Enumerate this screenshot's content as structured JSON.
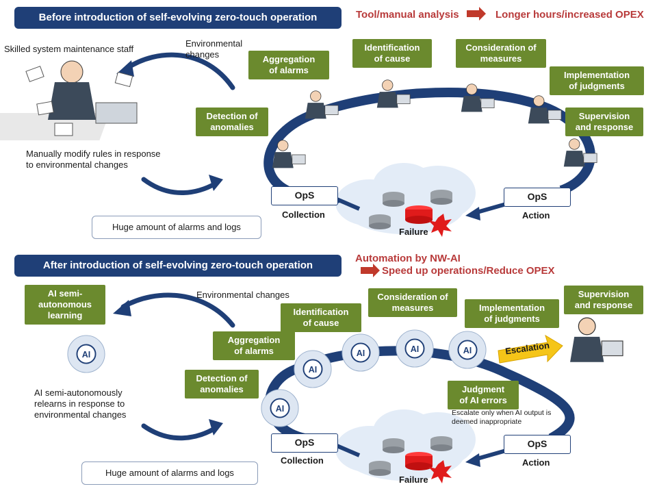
{
  "top": {
    "header": "Before introduction of self-evolving zero-touch operation",
    "tool_text": "Tool/manual analysis",
    "result_text": "Longer hours/increased OPEX",
    "staff_label": "Skilled system maintenance staff",
    "env_changes": "Environmental\nchanges",
    "manual_text": "Manually modify rules in response\nto environmental changes",
    "steps": {
      "detection": "Detection of\nanomalies",
      "aggregation": "Aggregation\nof alarms",
      "identification": "Identification\nof cause",
      "consideration": "Consideration of\nmeasures",
      "implementation": "Implementation\nof judgments",
      "supervision": "Supervision\nand response"
    },
    "ops_left": "OpS",
    "ops_right": "OpS",
    "collection": "Collection",
    "action": "Action",
    "failure": "Failure",
    "alarms_callout": "Huge amount of alarms and logs"
  },
  "bottom": {
    "header": "After introduction of self-evolving zero-touch operation",
    "automation": "Automation by NW-AI",
    "speed": "Speed up operations/Reduce OPEX",
    "ai_learning": "AI semi-\nautonomous\nlearning",
    "env_changes": "Environmental changes",
    "relearn_text": "AI semi-autonomously\nrelearns in response to\nenvironmental changes",
    "steps": {
      "detection": "Detection of\nanomalies",
      "aggregation": "Aggregation\nof alarms",
      "identification": "Identification\nof cause",
      "consideration": "Consideration of\nmeasures",
      "implementation": "Implementation\nof judgments",
      "supervision": "Supervision\nand response",
      "judgment": "Judgment\nof AI errors"
    },
    "escalation": "Escalation",
    "escalate_note": "Escalate only when AI output is\ndeemed inappropriate",
    "ai_label": "AI",
    "ops_left": "OpS",
    "ops_right": "OpS",
    "collection": "Collection",
    "action": "Action",
    "failure": "Failure",
    "alarms_callout": "Huge amount of alarms and logs"
  },
  "colors": {
    "navy": "#1f3f77",
    "green": "#6b8a2e",
    "red": "#b83a3a",
    "failure": "#e01b1b",
    "arrow_red": "#c0392b",
    "escalation": "#f5c518"
  }
}
